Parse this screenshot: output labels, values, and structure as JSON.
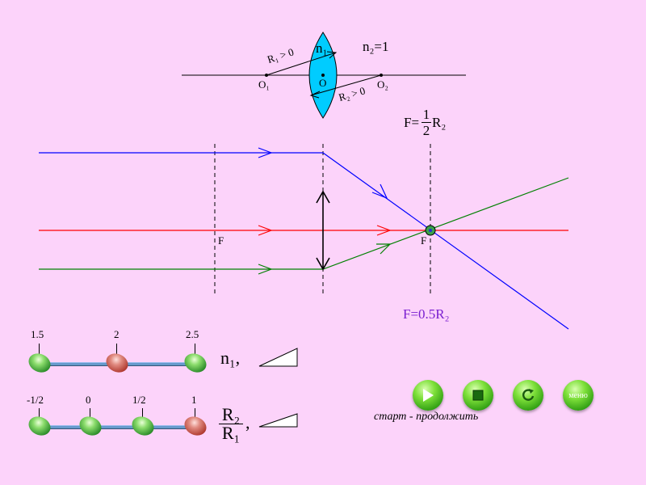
{
  "lens_diagram": {
    "n1": "n₁",
    "n2": "n₂=1",
    "o1": "O₁",
    "o": "O",
    "o2": "O₂",
    "r1": "R₁ > 0",
    "r2": "R₂ > 0"
  },
  "formula_top": {
    "f": "F=",
    "num": "1",
    "den": "2",
    "r": "R₂"
  },
  "focus_left": "F",
  "focus_right": "F",
  "formula_bottom": "F=0.5R₂",
  "slider_n": {
    "ticks": [
      "1.5",
      "2",
      "2.5"
    ],
    "label": "n₁,",
    "selected_index": 1
  },
  "slider_r": {
    "ticks": [
      "-1/2",
      "0",
      "1/2",
      "1"
    ],
    "label_num": "R₂",
    "label_den": "R₁",
    "label_comma": ",",
    "selected_index": 3
  },
  "controls": {
    "play_icon": "play-icon",
    "stop_icon": "stop-icon",
    "reset_icon": "reset-icon",
    "menu_label": "меню",
    "caption": "старт - продолжить"
  },
  "colors": {
    "background": "#fcd3fa",
    "blue_ray": "#0000ff",
    "red_ray": "#ff0000",
    "green_ray": "#008000",
    "lens": "#00ccff",
    "formula_bottom": "#7a1fd0"
  }
}
